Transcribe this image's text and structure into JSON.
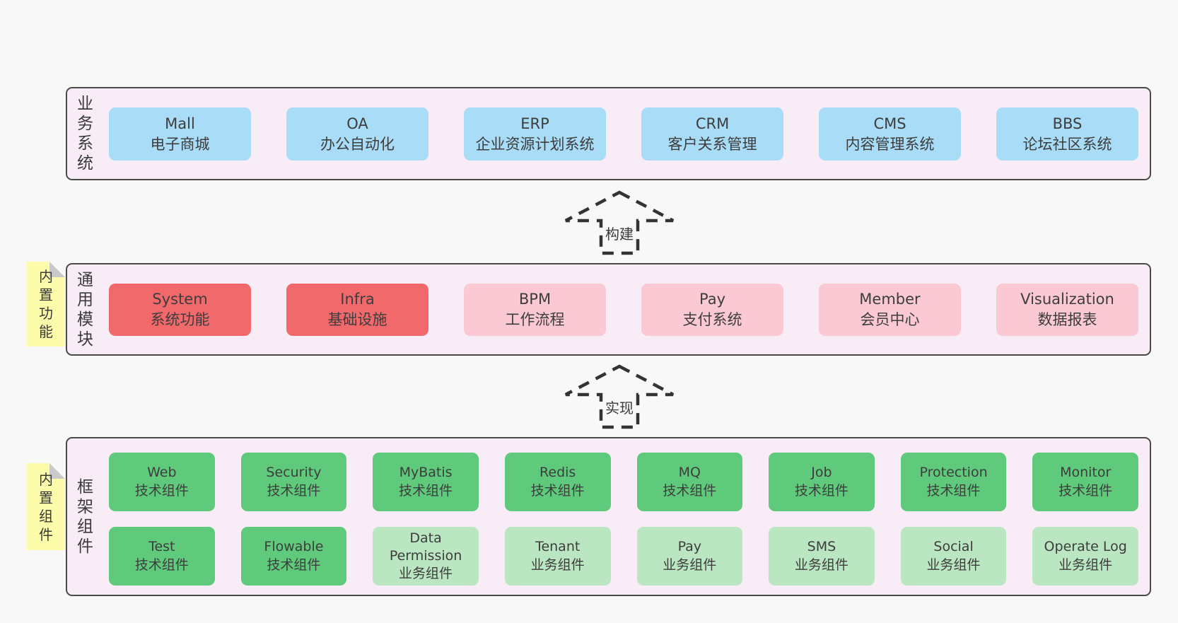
{
  "colors": {
    "canvas_bg": "#f8f8f8",
    "band_bg": "#f8edf6",
    "band_border": "#4a4a4a",
    "box_blue": "#a9dcf6",
    "box_red": "#f1696b",
    "box_pink": "#fbc9d3",
    "box_green": "#5fca7c",
    "box_green_light": "#bae6c1",
    "note_yellow": "#fcfcab",
    "note_fold_gray": "#c9c9c9",
    "text": "#3d3d3d"
  },
  "arrows": [
    {
      "label": "构建"
    },
    {
      "label": "实现"
    }
  ],
  "bands": [
    {
      "label": "业务系统",
      "boxes": [
        {
          "name": "Mall",
          "desc": "电子商城"
        },
        {
          "name": "OA",
          "desc": "办公自动化"
        },
        {
          "name": "ERP",
          "desc": "企业资源计划系统"
        },
        {
          "name": "CRM",
          "desc": "客户关系管理"
        },
        {
          "name": "CMS",
          "desc": "内容管理系统"
        },
        {
          "name": "BBS",
          "desc": "论坛社区系统"
        }
      ]
    },
    {
      "label": "通用模块",
      "note": "内置功能",
      "boxes": [
        {
          "name": "System",
          "desc": "系统功能"
        },
        {
          "name": "Infra",
          "desc": "基础设施"
        },
        {
          "name": "BPM",
          "desc": "工作流程"
        },
        {
          "name": "Pay",
          "desc": "支付系统"
        },
        {
          "name": "Member",
          "desc": "会员中心"
        },
        {
          "name": "Visualization",
          "desc": "数据报表"
        }
      ]
    },
    {
      "label": "框架组件",
      "note": "内置组件",
      "rows": [
        [
          {
            "name": "Web",
            "desc": "技术组件"
          },
          {
            "name": "Security",
            "desc": "技术组件"
          },
          {
            "name": "MyBatis",
            "desc": "技术组件"
          },
          {
            "name": "Redis",
            "desc": "技术组件"
          },
          {
            "name": "MQ",
            "desc": "技术组件"
          },
          {
            "name": "Job",
            "desc": "技术组件"
          },
          {
            "name": "Protection",
            "desc": "技术组件"
          },
          {
            "name": "Monitor",
            "desc": "技术组件"
          }
        ],
        [
          {
            "name": "Test",
            "desc": "技术组件"
          },
          {
            "name": "Flowable",
            "desc": "技术组件"
          },
          {
            "name": "Data Permission",
            "desc": "业务组件"
          },
          {
            "name": "Tenant",
            "desc": "业务组件"
          },
          {
            "name": "Pay",
            "desc": "业务组件"
          },
          {
            "name": "SMS",
            "desc": "业务组件"
          },
          {
            "name": "Social",
            "desc": "业务组件"
          },
          {
            "name": "Operate Log",
            "desc": "业务组件"
          }
        ]
      ]
    }
  ]
}
